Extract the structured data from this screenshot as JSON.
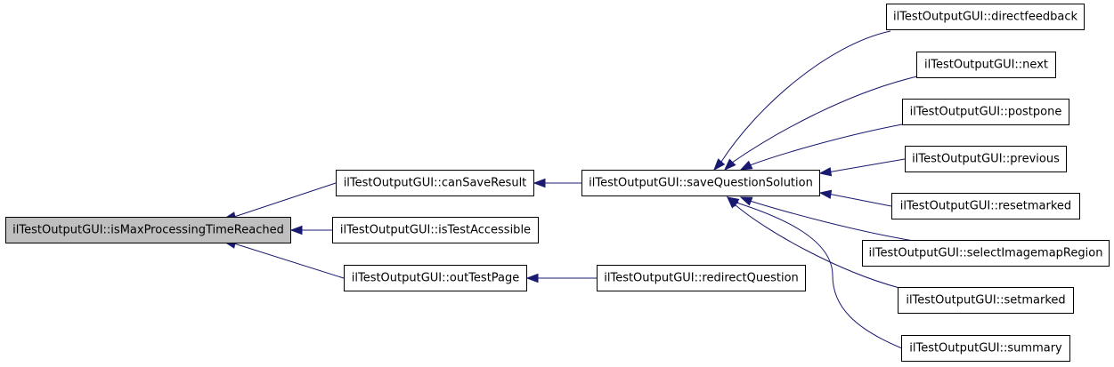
{
  "nodes": {
    "root": {
      "label": "ilTestOutputGUI::isMaxProcessingTimeReached",
      "fill": "#bfbfbf"
    },
    "can_save_result": {
      "label": "ilTestOutputGUI::canSaveResult",
      "fill": "#ffffff"
    },
    "is_test_accessible": {
      "label": "ilTestOutputGUI::isTestAccessible",
      "fill": "#ffffff"
    },
    "out_test_page": {
      "label": "ilTestOutputGUI::outTestPage",
      "fill": "#ffffff"
    },
    "save_question_solution": {
      "label": "ilTestOutputGUI::saveQuestionSolution",
      "fill": "#ffffff"
    },
    "redirect_question": {
      "label": "ilTestOutputGUI::redirectQuestion",
      "fill": "#ffffff"
    },
    "directfeedback": {
      "label": "ilTestOutputGUI::directfeedback",
      "fill": "#ffffff"
    },
    "next": {
      "label": "ilTestOutputGUI::next",
      "fill": "#ffffff"
    },
    "postpone": {
      "label": "ilTestOutputGUI::postpone",
      "fill": "#ffffff"
    },
    "previous": {
      "label": "ilTestOutputGUI::previous",
      "fill": "#ffffff"
    },
    "resetmarked": {
      "label": "ilTestOutputGUI::resetmarked",
      "fill": "#ffffff"
    },
    "select_imagemap_region": {
      "label": "ilTestOutputGUI::selectImagemapRegion",
      "fill": "#ffffff"
    },
    "setmarked": {
      "label": "ilTestOutputGUI::setmarked",
      "fill": "#ffffff"
    },
    "summary": {
      "label": "ilTestOutputGUI::summary",
      "fill": "#ffffff"
    }
  },
  "edges": [
    {
      "from": "can_save_result",
      "to": "root"
    },
    {
      "from": "is_test_accessible",
      "to": "root"
    },
    {
      "from": "out_test_page",
      "to": "root"
    },
    {
      "from": "save_question_solution",
      "to": "can_save_result"
    },
    {
      "from": "redirect_question",
      "to": "out_test_page"
    },
    {
      "from": "directfeedback",
      "to": "save_question_solution"
    },
    {
      "from": "next",
      "to": "save_question_solution"
    },
    {
      "from": "postpone",
      "to": "save_question_solution"
    },
    {
      "from": "previous",
      "to": "save_question_solution"
    },
    {
      "from": "resetmarked",
      "to": "save_question_solution"
    },
    {
      "from": "select_imagemap_region",
      "to": "save_question_solution"
    },
    {
      "from": "setmarked",
      "to": "save_question_solution"
    },
    {
      "from": "summary",
      "to": "save_question_solution"
    }
  ],
  "colors": {
    "edge": "#191970",
    "border": "#000000",
    "root_fill": "#bfbfbf",
    "node_fill": "#ffffff"
  },
  "direction": "right-to-left caller graph"
}
